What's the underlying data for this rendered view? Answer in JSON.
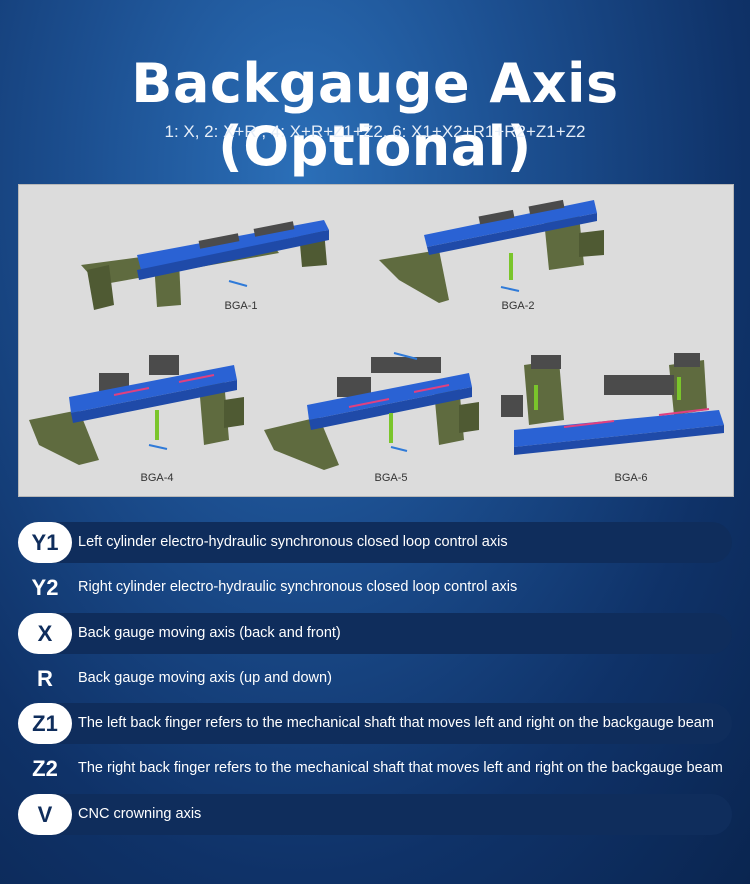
{
  "title": "Backgauge Axis (Optional)",
  "subtitle": "1: X, 2: X+R , 4: X+R+Z1+Z2, 6: X1+X2+R1+R2+Z1+Z2",
  "figure": {
    "captions": [
      "BGA-1",
      "BGA-2",
      "BGA-4",
      "BGA-5",
      "BGA-6"
    ],
    "colors": {
      "beam": "#2a62d4",
      "frame": "#5f6b3f",
      "finger": "#4b4b4b",
      "axis_x": "#2f7ad8",
      "axis_r": "#7ac52b",
      "axis_z": "#e04080"
    }
  },
  "axes": [
    {
      "code": "Y1",
      "description": "Left cylinder electro-hydraulic synchronous closed loop control axis"
    },
    {
      "code": "Y2",
      "description": "Right cylinder electro-hydraulic synchronous closed loop control axis"
    },
    {
      "code": "X",
      "description": "Back gauge moving axis (back and front)"
    },
    {
      "code": "R",
      "description": "Back gauge moving axis (up and down)"
    },
    {
      "code": "Z1",
      "description": "The left back finger refers to the mechanical shaft that moves left and right on the backgauge beam"
    },
    {
      "code": "Z2",
      "description": "The right back finger refers to the mechanical shaft that moves left and right on the backgauge beam"
    },
    {
      "code": "V",
      "description": "CNC crowning axis"
    }
  ]
}
